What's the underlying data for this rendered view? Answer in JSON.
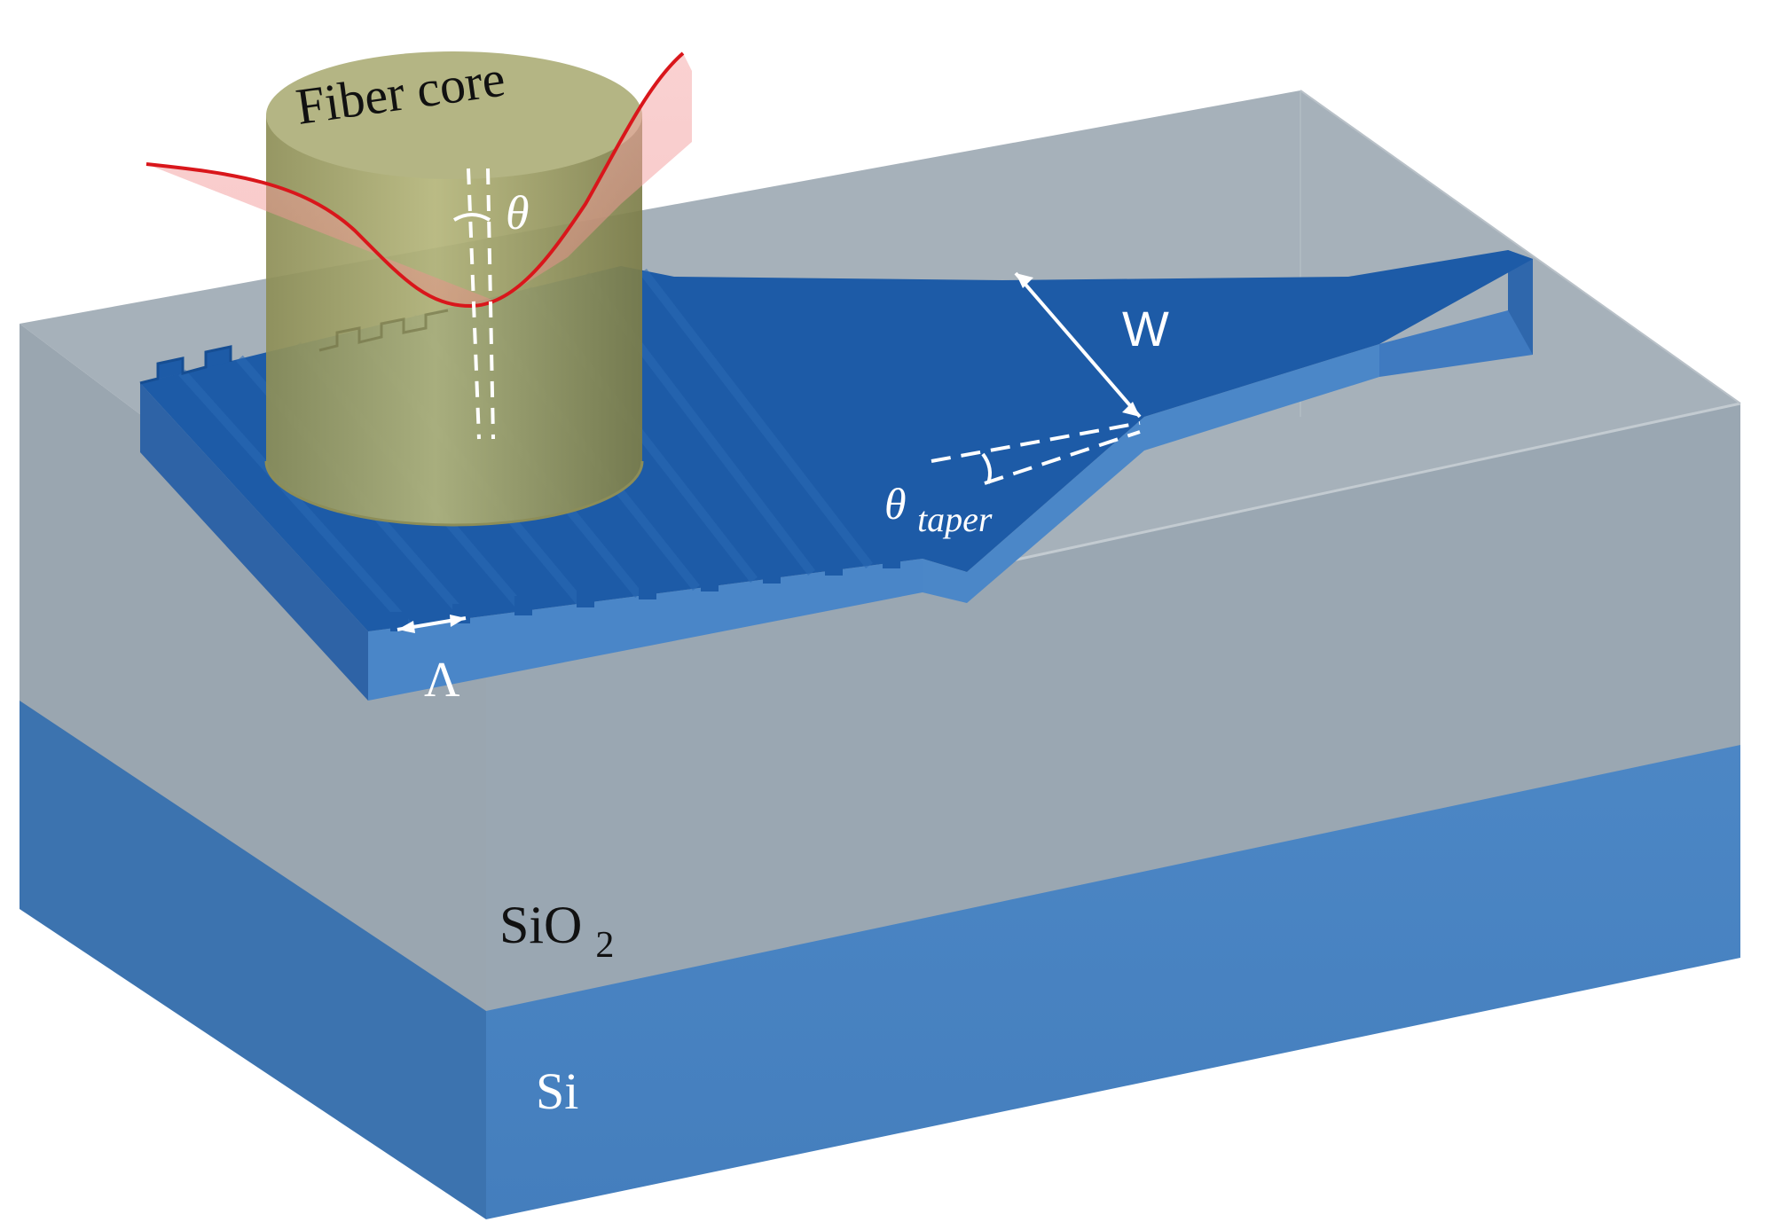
{
  "labels": {
    "fiber_core": "Fiber core",
    "theta": "θ",
    "width": "W",
    "theta_taper_main": "θ",
    "theta_taper_sub": "taper",
    "period": "Λ",
    "sio2_main": "SiO",
    "sio2_sub": "2",
    "si": "Si"
  },
  "colors": {
    "background": "#ffffff",
    "waveguide_top": "#1c5aa6",
    "waveguide_side": "#4a86c8",
    "sio2": "#a9b4bd",
    "sio2_dark": "#8e9aa4",
    "si_front": "#4c86c4",
    "si_side": "#3a70ac",
    "fiber": "#a2a368",
    "fiber_top": "#b9b98a",
    "gaussian": "#e02020",
    "gaussian_fill": "#f4a8a8",
    "annotation": "#ffffff"
  }
}
